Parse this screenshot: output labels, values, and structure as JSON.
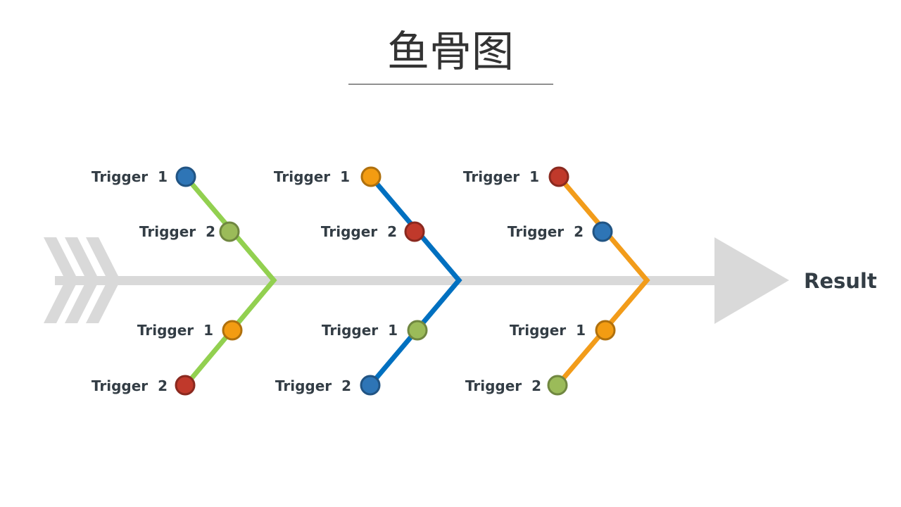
{
  "title": "鱼骨图",
  "result_label": "Result",
  "colors": {
    "spine": "#d9d9d9",
    "green": "#92d050",
    "blue": "#0070c0",
    "orange": "#f29c1a",
    "node_blue": "#2e75b6",
    "node_olive": "#9bbb59",
    "node_orange": "#f39c12",
    "node_red": "#c0392b"
  },
  "bones": [
    {
      "color": "green",
      "causes": [
        {
          "label": "Trigger  1",
          "node_color": "node_blue"
        },
        {
          "label": "Trigger  2",
          "node_color": "node_olive"
        },
        {
          "label": "Trigger  1",
          "node_color": "node_orange"
        },
        {
          "label": "Trigger  2",
          "node_color": "node_red"
        }
      ]
    },
    {
      "color": "blue",
      "causes": [
        {
          "label": "Trigger  1",
          "node_color": "node_orange"
        },
        {
          "label": "Trigger  2",
          "node_color": "node_red"
        },
        {
          "label": "Trigger  1",
          "node_color": "node_olive"
        },
        {
          "label": "Trigger  2",
          "node_color": "node_blue"
        }
      ]
    },
    {
      "color": "orange",
      "causes": [
        {
          "label": "Trigger  1",
          "node_color": "node_red"
        },
        {
          "label": "Trigger  2",
          "node_color": "node_blue"
        },
        {
          "label": "Trigger  1",
          "node_color": "node_orange"
        },
        {
          "label": "Trigger  2",
          "node_color": "node_olive"
        }
      ]
    }
  ]
}
